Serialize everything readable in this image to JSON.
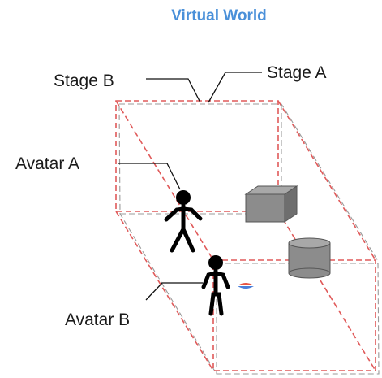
{
  "title": "Virtual World",
  "labels": {
    "stage_a": "Stage A",
    "stage_b": "Stage B",
    "avatar_a": "Avatar A",
    "avatar_b": "Avatar B"
  },
  "colors": {
    "title": "#4a90d9",
    "stage_edge": "#e05a5a",
    "stage_edge_shadow": "#9a9a9a",
    "object_fill": "#8c8c8c",
    "object_top": "#a8a8a8",
    "object_side": "#6e6e6e",
    "avatar": "#000000",
    "marker_red": "#e8533f",
    "marker_blue": "#4a7fd9"
  }
}
